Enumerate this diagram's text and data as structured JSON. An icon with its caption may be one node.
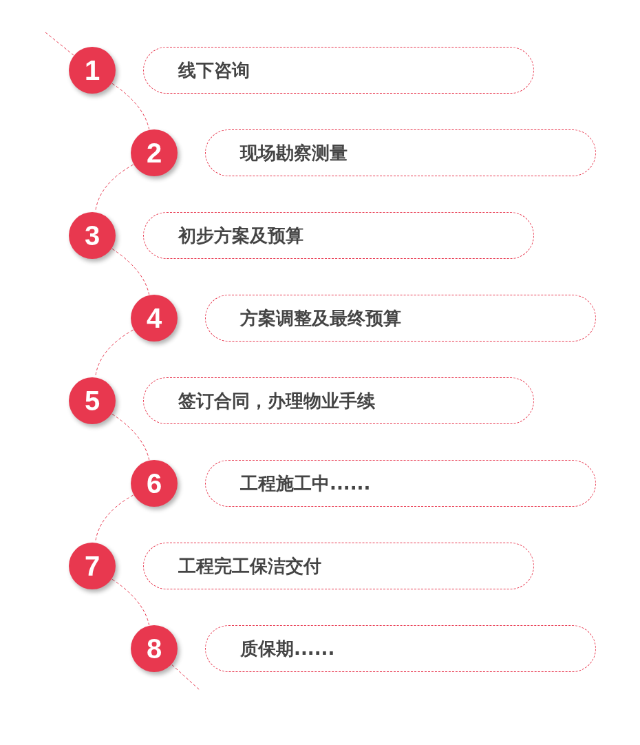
{
  "diagram": {
    "nodes": [
      {
        "text": [
          "1"
        ]
      },
      {
        "text": [
          "线下咨询"
        ]
      },
      {
        "text": [
          "2"
        ]
      },
      {
        "text": [
          "现场勘察测量"
        ]
      },
      {
        "text": [
          "3"
        ]
      },
      {
        "text": [
          "初步方案及预算"
        ]
      },
      {
        "text": [
          "4"
        ]
      },
      {
        "text": [
          "方案调整及最终预算"
        ]
      },
      {
        "text": [
          "5"
        ]
      },
      {
        "text": [
          "签订合同，办理物业手续"
        ]
      },
      {
        "text": [
          "6"
        ]
      },
      {
        "text": [
          "工程施工中......"
        ]
      },
      {
        "text": [
          "7"
        ]
      },
      {
        "text": [
          "工程完工保洁交付"
        ]
      },
      {
        "text": [
          "8"
        ]
      },
      {
        "text": [
          "质保期......"
        ]
      }
    ],
    "edges": [
      {
        "from": null,
        "to": 0,
        "arrow": "none",
        "style": "dashed"
      },
      {
        "from": 0,
        "to": 2,
        "arrow": "none",
        "style": "dashed"
      },
      {
        "from": 2,
        "to": 4,
        "arrow": "none",
        "style": "dashed"
      },
      {
        "from": 4,
        "to": 6,
        "arrow": "none",
        "style": "dashed"
      },
      {
        "from": 6,
        "to": 8,
        "arrow": "none",
        "style": "dashed"
      },
      {
        "from": 8,
        "to": 10,
        "arrow": "none",
        "style": "dashed"
      },
      {
        "from": 10,
        "to": 12,
        "arrow": "none",
        "style": "dashed"
      },
      {
        "from": 12,
        "to": 14,
        "arrow": "none",
        "style": "dashed"
      },
      {
        "from": 14,
        "to": null,
        "arrow": "none",
        "style": "dashed"
      }
    ]
  }
}
